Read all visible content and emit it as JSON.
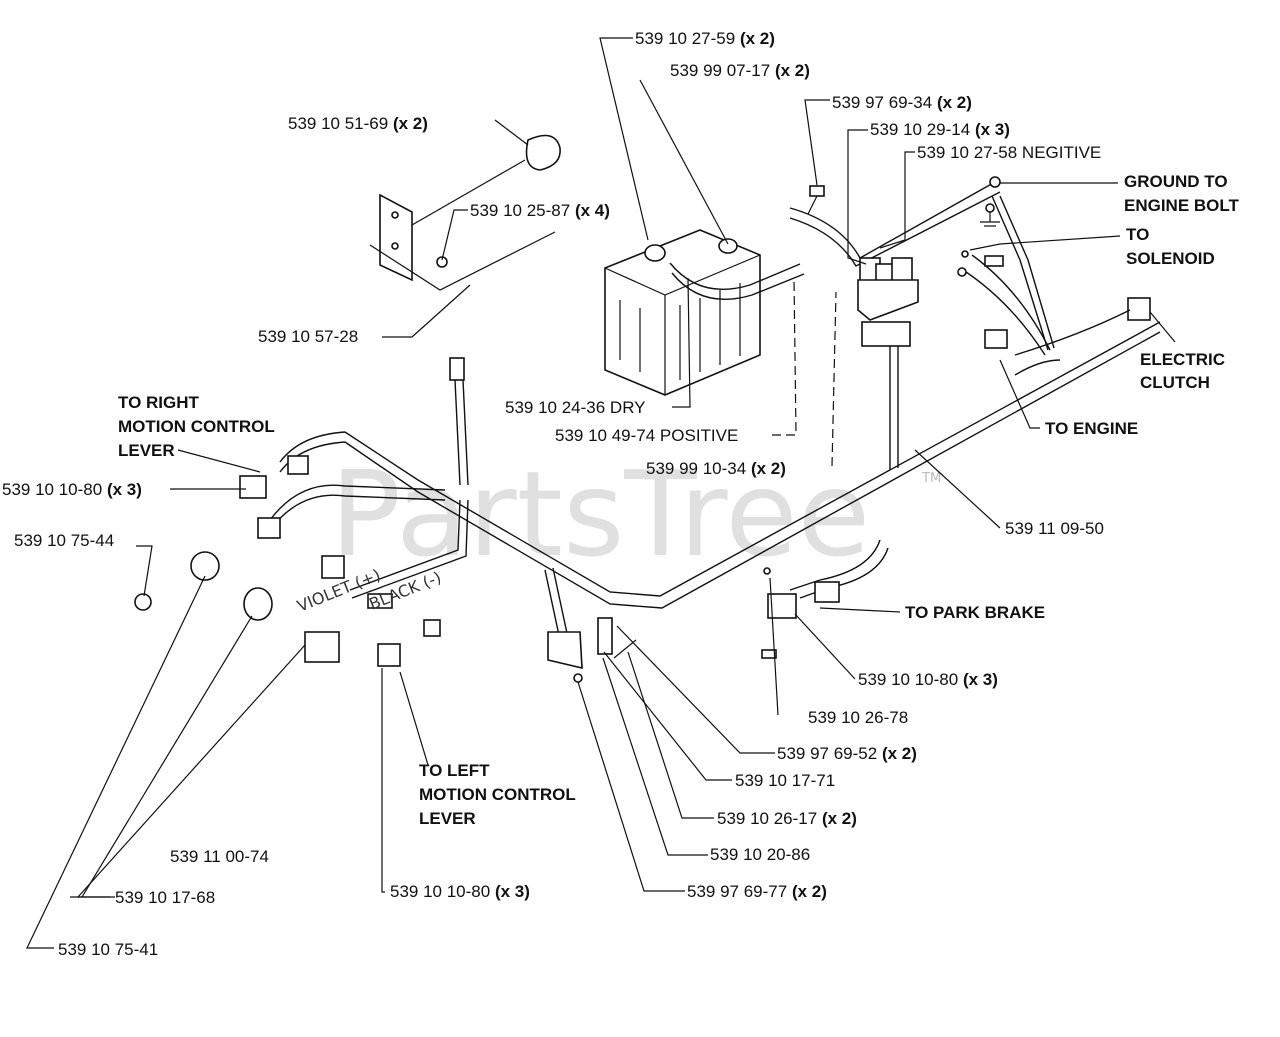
{
  "watermark": {
    "text": "PartsTree",
    "trademark": "TM"
  },
  "wire_labels": {
    "violet": "VIOLET (+)",
    "black": "BLACK (-)"
  },
  "parts": [
    {
      "number": "539 10 27-59",
      "qty": "(x 2)"
    },
    {
      "number": "539 99 07-17",
      "qty": "(x 2)"
    },
    {
      "number": "539 97 69-34",
      "qty": "(x 2)"
    },
    {
      "number": "539 10 29-14",
      "qty": "(x 3)"
    },
    {
      "number": "539 10 27-58 NEGITIVE",
      "qty": ""
    },
    {
      "number": "539 10 51-69",
      "qty": "(x 2)"
    },
    {
      "number": "539 10 25-87",
      "qty": "(x 4)"
    },
    {
      "number": "539 10 57-28",
      "qty": ""
    },
    {
      "number": "539 10 24-36 DRY",
      "qty": ""
    },
    {
      "number": "539 10 49-74 POSITIVE",
      "qty": ""
    },
    {
      "number": "539 99 10-34",
      "qty": "(x 2)"
    },
    {
      "number": "539 10 10-80",
      "qty": "(x 3)"
    },
    {
      "number": "539 10 75-44",
      "qty": ""
    },
    {
      "number": "539 11 09-50",
      "qty": ""
    },
    {
      "number": "539 10 10-80",
      "qty": "(x 3)"
    },
    {
      "number": "539 10 26-78",
      "qty": ""
    },
    {
      "number": "539 97 69-52",
      "qty": "(x 2)"
    },
    {
      "number": "539 10 17-71",
      "qty": ""
    },
    {
      "number": "539 10 26-17",
      "qty": "(x 2)"
    },
    {
      "number": "539 10 20-86",
      "qty": ""
    },
    {
      "number": "539 97 69-77",
      "qty": "(x 2)"
    },
    {
      "number": "539 11 00-74",
      "qty": ""
    },
    {
      "number": "539 10 10-80",
      "qty": "(x 3)"
    },
    {
      "number": "539 10 17-68",
      "qty": ""
    },
    {
      "number": "539 10 75-41",
      "qty": ""
    }
  ],
  "notes": [
    {
      "lines": [
        "GROUND TO",
        "ENGINE BOLT"
      ]
    },
    {
      "lines": [
        "TO",
        "SOLENOID"
      ]
    },
    {
      "lines": [
        "ELECTRIC",
        "CLUTCH"
      ]
    },
    {
      "lines": [
        "TO ENGINE"
      ]
    },
    {
      "lines": [
        "TO RIGHT",
        "MOTION CONTROL",
        "LEVER"
      ]
    },
    {
      "lines": [
        "TO PARK BRAKE"
      ]
    },
    {
      "lines": [
        "TO LEFT",
        "MOTION CONTROL",
        "LEVER"
      ]
    }
  ]
}
